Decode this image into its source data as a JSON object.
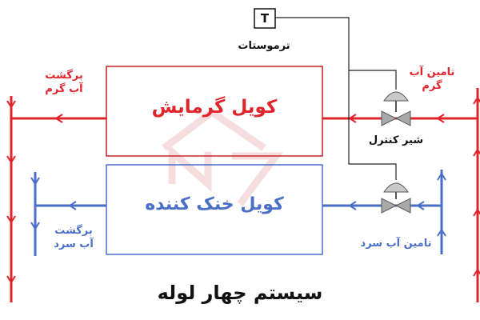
{
  "diagram": {
    "title": "سیستم چهار لوله",
    "thermostat": {
      "label": "ترموستات",
      "symbol": "T"
    },
    "control_valve_label": "شیر کنترل",
    "heating_coil_label": "کویل گرمایش",
    "cooling_coil_label": "کویل خنک کننده",
    "hot_water_return": {
      "line1": "برگشت",
      "line2": "آب گرم"
    },
    "hot_water_supply": {
      "line1": "تامین آب",
      "line2": "گرم"
    },
    "cold_water_return": {
      "line1": "برگشت",
      "line2": "آب سرد"
    },
    "cold_water_supply": "تامین آب سرد",
    "colors": {
      "hot": "#e0242b",
      "cold": "#4a6fc8",
      "control": "#222222",
      "watermark": "#f2c4c4"
    },
    "watermark_text": "N7"
  }
}
